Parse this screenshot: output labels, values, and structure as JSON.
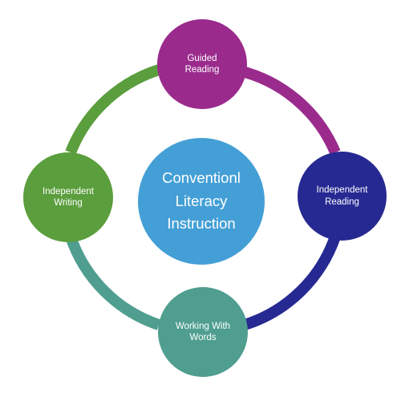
{
  "center": {
    "lines": [
      "Conventionl",
      "Literacy",
      "Instruction"
    ],
    "color": "#449fd6"
  },
  "nodes": {
    "top": {
      "lines": [
        "Guided",
        "Reading"
      ],
      "color": "#9a2b8c"
    },
    "right": {
      "lines": [
        "Independent",
        "Reading"
      ],
      "color": "#262991"
    },
    "bottom": {
      "lines": [
        "Working With",
        "Words"
      ],
      "color": "#4f9e90"
    },
    "left": {
      "lines": [
        "Independent",
        "Writing"
      ],
      "color": "#5b9e3d"
    }
  },
  "arcs": {
    "top_right": {
      "from": "#9a2b8c",
      "to": "#9a2b8c"
    },
    "right_bottom": {
      "from": "#262991",
      "to": "#262991"
    },
    "bottom_left": {
      "from": "#4f9e90",
      "to": "#4f9e90"
    },
    "left_top": {
      "from": "#5b9e3d",
      "to": "#5b9e3d"
    }
  }
}
